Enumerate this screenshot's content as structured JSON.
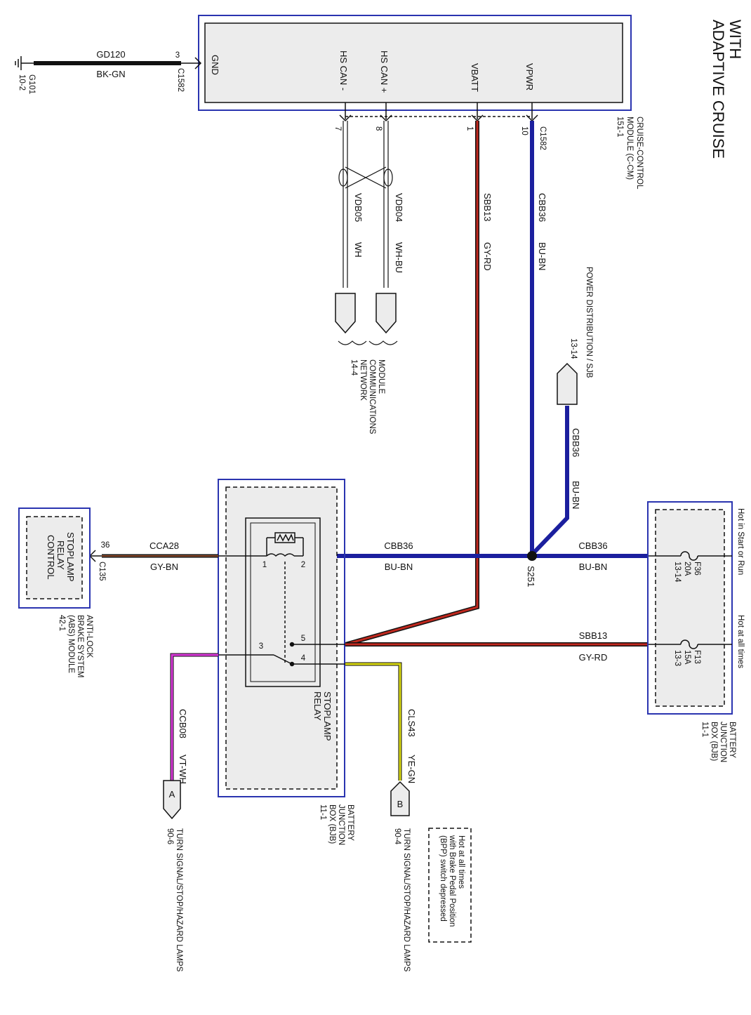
{
  "title": {
    "line1": "WITH",
    "line2": "ADAPTIVE CRUISE"
  },
  "module": {
    "pins": {
      "gnd": "GND",
      "hs_can_minus": "HS CAN -",
      "hs_can_plus": "HS CAN +",
      "vbatt": "VBATT",
      "vpwr": "VPWR"
    },
    "name_lines": [
      "CRUISE-CONTROL",
      "MODULE (C-CM)",
      "151-1"
    ],
    "connector": "C1582",
    "gnd_pin": "3",
    "gnd_connector": "C1582",
    "pin_numbers": {
      "hs_can_minus": "7",
      "hs_can_plus": "8",
      "vbatt": "1",
      "vpwr": "10"
    }
  },
  "ground": {
    "id_lines": [
      "G101",
      "10-2"
    ],
    "circuit": "GD120",
    "color": "BK-GN"
  },
  "wires": {
    "vdb05": {
      "circuit": "VDB05",
      "color": "WH"
    },
    "vdb04": {
      "circuit": "VDB04",
      "color": "WH-BU"
    },
    "sbb13_vertical": {
      "circuit": "SBB13",
      "color": "GY-RD"
    },
    "cbb36_vertical": {
      "circuit": "CBB36",
      "color": "BU-BN"
    },
    "cbb36_sjb": {
      "circuit": "CBB36",
      "color": "BU-BN"
    },
    "cca28": {
      "circuit": "CCA28",
      "color": "GY-BN"
    },
    "cbb36_relay": {
      "circuit": "CBB36",
      "color": "BU-BN"
    },
    "cbb36_fuse": {
      "circuit": "CBB36",
      "color": "BU-BN"
    },
    "sbb13_fuse": {
      "circuit": "SBB13",
      "color": "GY-RD"
    },
    "ccb08": {
      "circuit": "CCB08",
      "color": "VT-WH"
    },
    "cls43": {
      "circuit": "CLS43",
      "color": "YE-GN"
    }
  },
  "network": {
    "lines": [
      "MODULE",
      "COMMUNICATIONS",
      "NETWORK",
      "14-4"
    ]
  },
  "power_distribution": {
    "label": "POWER DISTRIBUTION / SJB",
    "page": "13-14"
  },
  "splice": {
    "name": "S251"
  },
  "battery_junction_box": {
    "name_lines": [
      "BATTERY",
      "JUNCTION",
      "BOX (BJB)",
      "11-1"
    ],
    "hot_start_run": "Hot in Start or Run",
    "hot_at_all_times": "Hot at all times",
    "fuse_f36": [
      "F36",
      "20A",
      "13-14"
    ],
    "fuse_f13": [
      "F13",
      "15A",
      "13-3"
    ]
  },
  "relay_box": {
    "name_lines": [
      "BATTERY",
      "JUNCTION",
      "BOX (BJB)",
      "11-1"
    ]
  },
  "relay": {
    "name_lines": [
      "STOPLAMP",
      "RELAY"
    ],
    "pins": [
      "1",
      "2",
      "3",
      "4",
      "5"
    ]
  },
  "abs": {
    "box_lines": [
      "STOPLAMP",
      "RELAY",
      "CONTROL"
    ],
    "name_lines": [
      "ANTI-LOCK",
      "BRAKE SYSTEM",
      "(ABS) MODULE",
      "42-1"
    ],
    "pin": "36",
    "connector": "C135"
  },
  "connector_a": {
    "letter": "A",
    "lines": [
      "TURN SIGNAL/STOP/HAZARD LAMPS",
      "90-6"
    ]
  },
  "connector_b": {
    "letter": "B",
    "lines": [
      "TURN SIGNAL/STOP/HAZARD LAMPS",
      "90-4"
    ]
  },
  "note": {
    "lines": [
      "Hot at all times",
      "with Brake Pedal Position",
      "(BPP) switch depressed"
    ]
  },
  "colors": {
    "blue": "#1b1f9e",
    "red": "#c0281e",
    "black": "#111111",
    "violet": "#d838d8",
    "yellow": "#d8d810",
    "box_blue": "#2a34b0",
    "fill_gray": "#ececec"
  }
}
